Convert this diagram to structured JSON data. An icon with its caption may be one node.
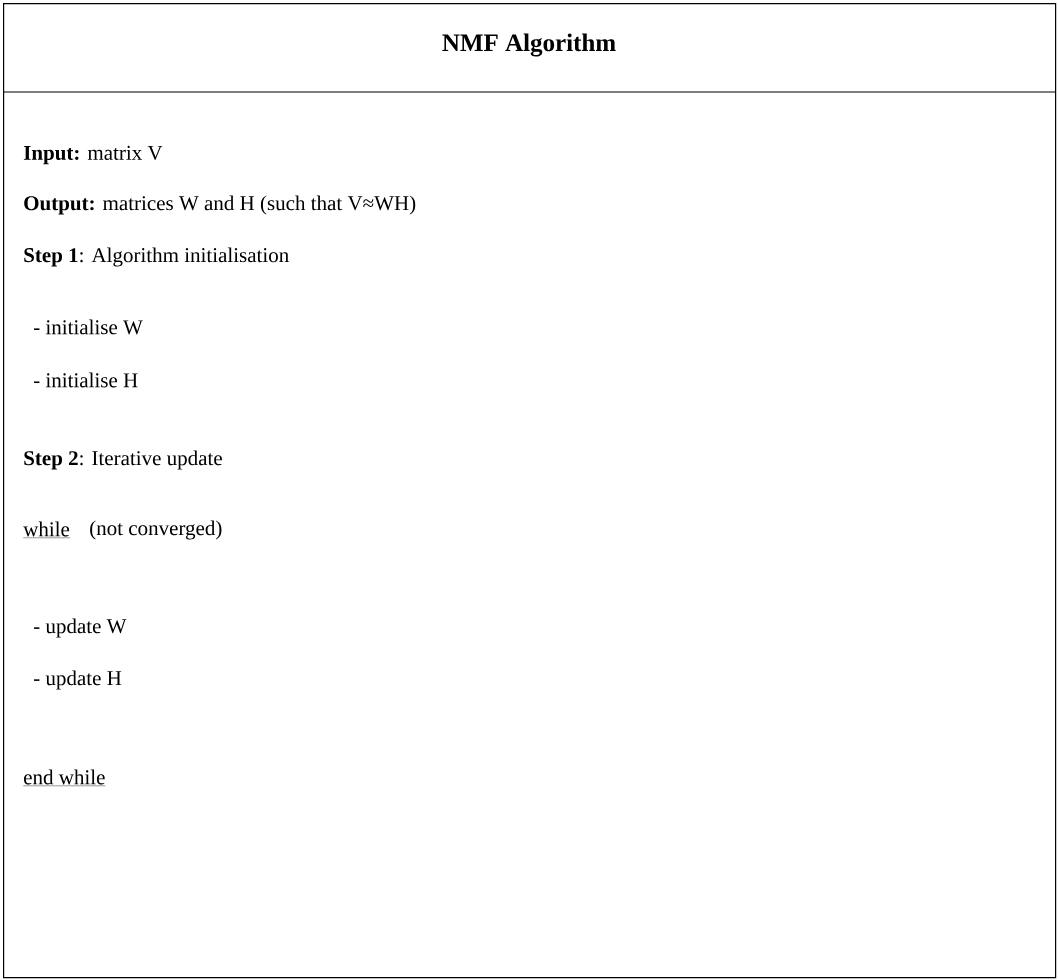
{
  "diagram": {
    "nodes": [
      {
        "text": [
          "NMF  Algorithm",
          "**Input:** matrix V",
          "**Output:** matrices W and H (such that V≈WH)",
          "**Step 1**: Algorithm initialisation",
          "- initialise W",
          "- initialise H",
          "**Step 2**: Iterative update",
          "while",
          "(not converged)",
          "- update W",
          "- update H",
          "end while"
        ]
      }
    ]
  }
}
